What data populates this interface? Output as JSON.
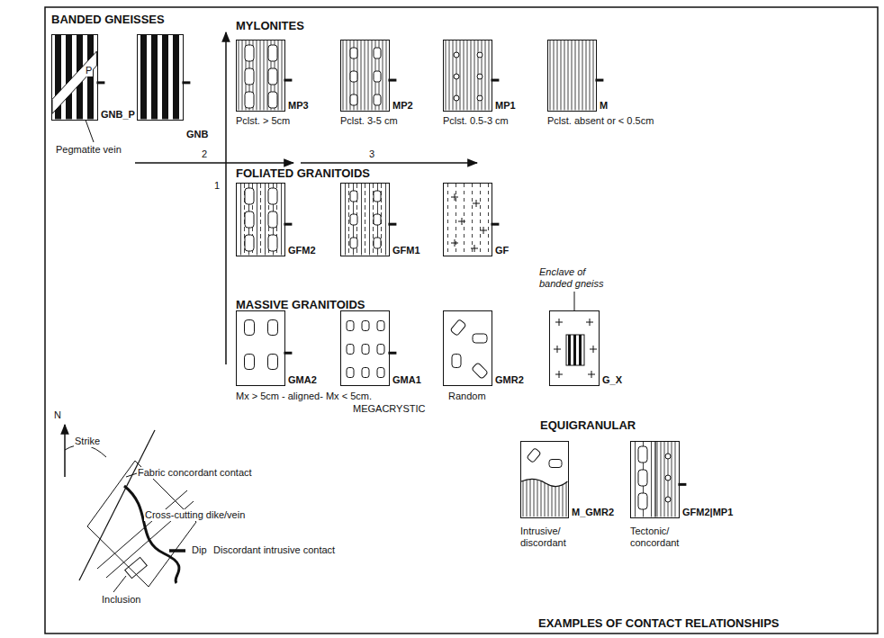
{
  "diagram": {
    "nodes": [
      {
        "text": [
          "GNB_P"
        ]
      },
      {
        "text": [
          "GNB"
        ]
      },
      {
        "text": [
          "MP3",
          "Pclst. > 5cm"
        ]
      },
      {
        "text": [
          "MP2",
          "Pclst. 3-5 cm"
        ]
      },
      {
        "text": [
          "MP1",
          "Pclst. 0.5-3 cm"
        ]
      },
      {
        "text": [
          "M",
          "Pclst. absent or < 0.5cm"
        ]
      },
      {
        "text": [
          "GFM2"
        ]
      },
      {
        "text": [
          "GFM1"
        ]
      },
      {
        "text": [
          "GF"
        ]
      },
      {
        "text": [
          "GMA2"
        ]
      },
      {
        "text": [
          "GMA1"
        ]
      },
      {
        "text": [
          "GMR2"
        ]
      },
      {
        "text": [
          "G_X"
        ]
      },
      {
        "text": [
          "M_GMR2"
        ]
      },
      {
        "text": [
          "GFM2|MP1"
        ]
      }
    ],
    "labels": [
      "BANDED GNEISSES",
      "P",
      "Pegmatite vein",
      "MYLONITES",
      "2",
      "3",
      "1",
      "FOLIATED GRANITOIDS",
      "MASSIVE GRANITOIDS",
      "Enclave of banded gneiss",
      "Mx > 5cm - aligned- Mx < 5cm.",
      "MEGACRYSTIC",
      "Random",
      "EQUIGRANULAR",
      "N",
      "Strike",
      "Fabric concordant contact",
      "Cross-cutting dike/vein",
      "Dip",
      "Discordant intrusive contact",
      "Inclusion",
      "Intrusive/ discordant",
      "Tectonic/ concordant",
      "EXAMPLES OF CONTACT RELATIONSHIPS"
    ]
  }
}
